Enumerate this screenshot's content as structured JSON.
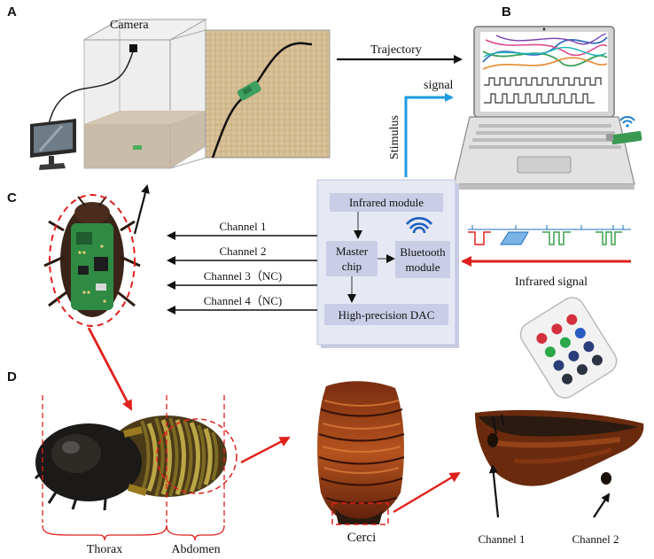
{
  "panels": {
    "a": "A",
    "b": "B",
    "c": "C",
    "d": "D"
  },
  "labels": {
    "camera": "Camera",
    "trajectory": "Trajectory",
    "signal": "signal",
    "stimulus": "Stimulus",
    "infrared_signal": "Infrared signal",
    "thorax": "Thorax",
    "abdomen": "Abdomen",
    "cerci": "Cerci",
    "channel1_bottom": "Channel 1",
    "channel2_bottom": "Channel 2"
  },
  "module": {
    "infrared": "Infrared module",
    "master_line1": "Master",
    "master_line2": "chip",
    "bluetooth_line1": "Bluetooth",
    "bluetooth_line2": "module",
    "dac": "High-precision DAC"
  },
  "channels": [
    "Channel 1",
    "Channel 2",
    "Channel 3（NC)",
    "Channel 4（NC)"
  ],
  "colors": {
    "red_arrow": "#e0201c",
    "blue_arrow": "#1e9be0",
    "module_bg": "#e6e8f4",
    "module_box": "#c9cde6"
  },
  "icons": [
    "camera-icon",
    "monitor-icon",
    "laptop-icon",
    "wifi-icon",
    "remote-control-icon",
    "bluetooth-dongle-icon"
  ]
}
